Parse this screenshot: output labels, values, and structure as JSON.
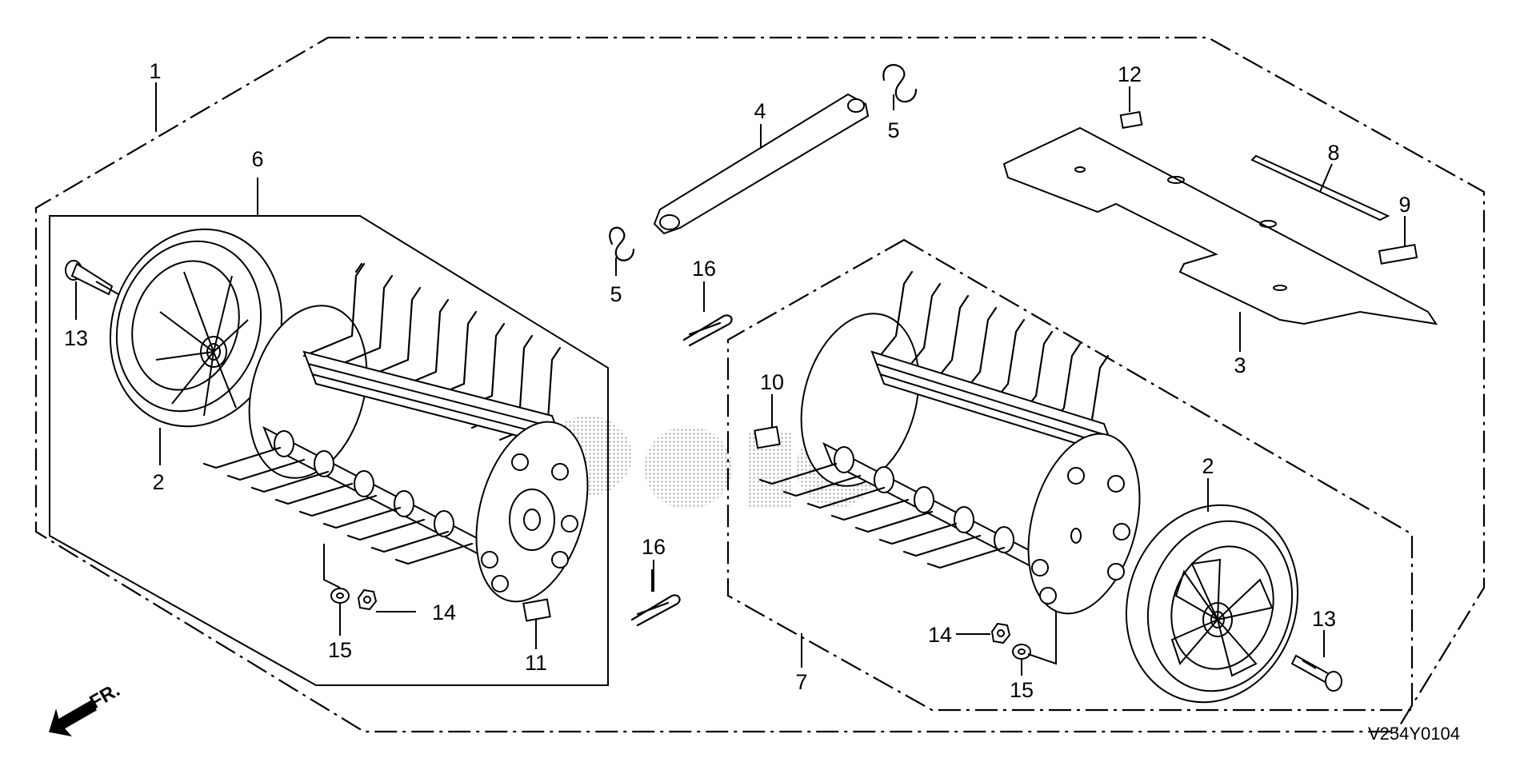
{
  "callouts": {
    "c1": "1",
    "c2_left": "2",
    "c2_right": "2",
    "c3": "3",
    "c4": "4",
    "c5_upper": "5",
    "c5_lower": "5",
    "c6": "6",
    "c7": "7",
    "c8": "8",
    "c9": "9",
    "c10": "10",
    "c11": "11",
    "c12": "12",
    "c13_left": "13",
    "c13_right": "13",
    "c14_left": "14",
    "c14_right": "14",
    "c15_left": "15",
    "c15_right": "15",
    "c16_upper": "16",
    "c16_lower": "16"
  },
  "direction_label": "FR.",
  "diagram_code": "V254Y0104",
  "colors": {
    "ink": "#000000",
    "background": "#ffffff",
    "watermark": "#cccccc"
  }
}
